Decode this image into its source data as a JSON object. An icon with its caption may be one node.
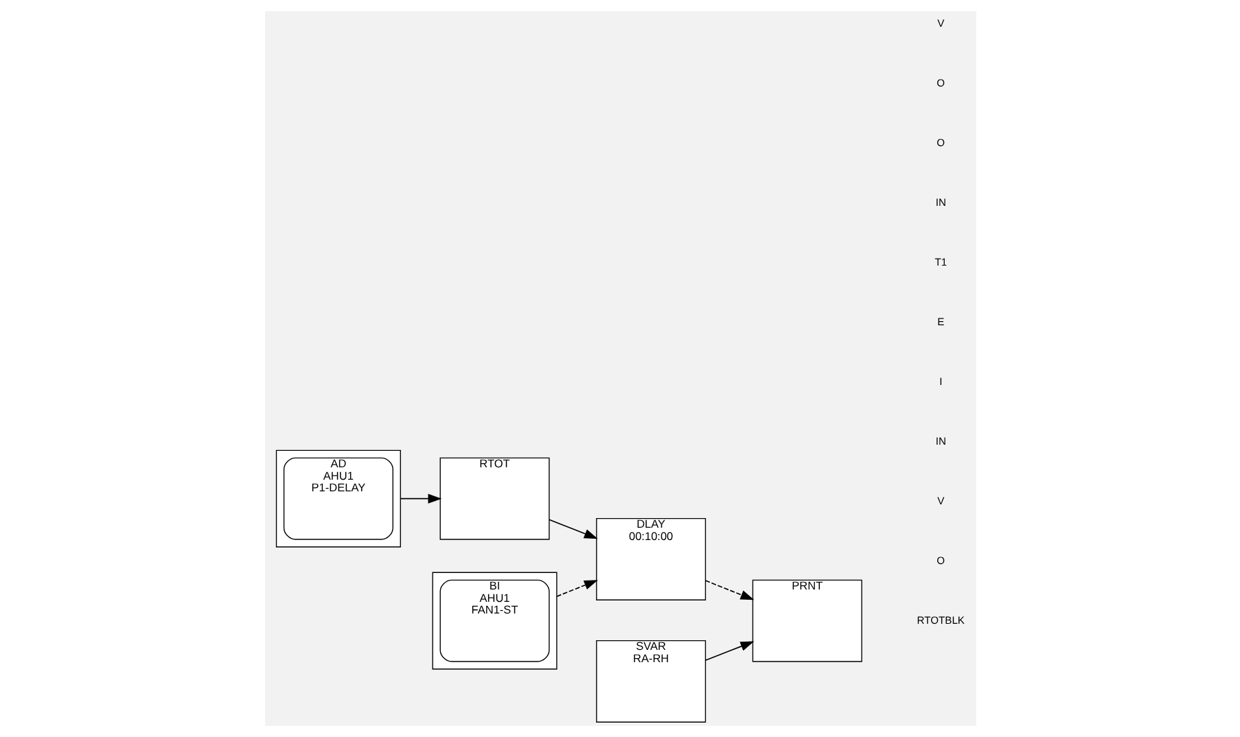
{
  "diagram": {
    "nodes": [
      {
        "text": [],
        "shape": "box"
      },
      {
        "text": [
          "AD AHU1 P1-DELAY"
        ],
        "in": 0
      },
      {
        "text": [
          "RTOT"
        ]
      },
      {
        "text": [
          "DLAY 00:10:00"
        ]
      },
      {
        "text": [
          "PRNT"
        ]
      },
      {
        "text": [],
        "shape": "box"
      },
      {
        "text": [
          "BI AHU1 FAN1-ST"
        ],
        "in": 5
      },
      {
        "text": [
          "SVAR RA-RH"
        ]
      }
    ],
    "edges": [
      {
        "from": 0,
        "to": 2,
        "arrow": "to"
      },
      {
        "from": 2,
        "to": 3,
        "arrow": "to"
      },
      {
        "from": 3,
        "to": 4,
        "arrow": "to",
        "style": "dashed"
      },
      {
        "from": 5,
        "to": 3,
        "arrow": "to",
        "style": "dashed"
      },
      {
        "from": 7,
        "to": 4,
        "arrow": "to"
      }
    ],
    "labels": [
      "V",
      "O",
      "O",
      "IN",
      "T1",
      "E",
      "I",
      "IN",
      "V",
      "O",
      "RTOTBLK"
    ]
  }
}
